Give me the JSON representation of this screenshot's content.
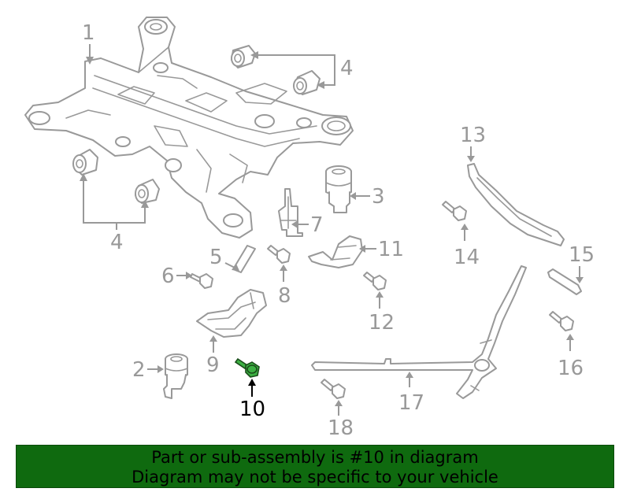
{
  "diagram": {
    "highlighted_part": "10",
    "highlight_color": "#3cb043",
    "line_color": "#999999",
    "callouts": {
      "c1": "1",
      "c2": "2",
      "c3": "3",
      "c4a": "4",
      "c4b": "4",
      "c5": "5",
      "c6": "6",
      "c7": "7",
      "c8": "8",
      "c9": "9",
      "c10": "10",
      "c11": "11",
      "c12": "12",
      "c13": "13",
      "c14": "14",
      "c15": "15",
      "c16": "16",
      "c17": "17",
      "c18": "18"
    }
  },
  "banner": {
    "line1": "Part or sub-assembly is #10 in diagram",
    "line2": "Diagram may not be specific to your vehicle",
    "background_color": "#0f6a0f"
  }
}
